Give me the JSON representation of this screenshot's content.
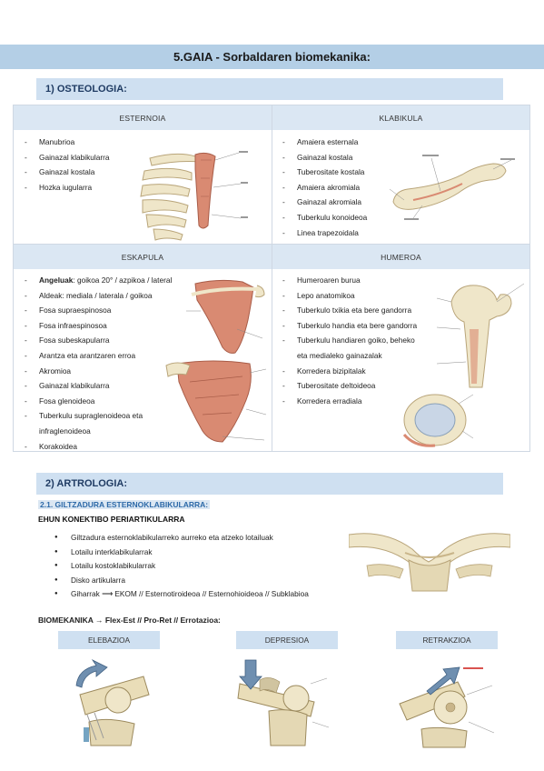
{
  "title": "5.GAIA - Sorbaldaren biomekanika:",
  "osteologia": {
    "heading": "1) OSTEOLOGIA:",
    "esternoia": {
      "header": "ESTERNOIA",
      "items": [
        "Manubrioa",
        "Gainazal klabikularra",
        "Gainazal kostala",
        "Hozka iugularra"
      ]
    },
    "klabikula": {
      "header": "KLABIKULA",
      "items": [
        "Amaiera esternala",
        "Gainazal kostala",
        "Tuberositate kostala",
        "Amaiera akromiala",
        "Gainazal akromiala",
        "Tuberkulu konoideoa",
        "Linea trapezoidala"
      ]
    },
    "eskapula": {
      "header": "ESKAPULA",
      "angeluak_label": "Angeluak",
      "angeluak_text": ": goikoa 20° / azpikoa / lateral",
      "items": [
        "Aldeak: mediala / laterala / goikoa",
        "Fosa supraespinosoa",
        "Fosa infraespinosoa",
        "Fosa subeskapularra",
        "Arantza eta arantzaren erroa",
        "Akromioa",
        "Gainazal klabikularra",
        "Fosa glenoideoa",
        "Tuberkulu supraglenoideoa eta"
      ],
      "item_cont": "infraglenoideoa",
      "last": "Korakoidea"
    },
    "humeroa": {
      "header": "HUMEROA",
      "items": [
        "Humeroaren burua",
        "Lepo anatomikoa",
        "Tuberkulo txikia eta bere gandorra",
        "Tuberkulo handia eta bere gandorra",
        "Tuberkulu handiaren goiko, beheko"
      ],
      "item_cont": "eta medialeko gainazalak",
      "rest": [
        "Korredera bizipitalak",
        "Tuberositate deltoideoa",
        "Korredera erradiala"
      ]
    }
  },
  "artrologia": {
    "heading": "2) ARTROLOGIA:",
    "subheading": "2.1. GILTZADURA ESTERNOKLABIKULARRA:",
    "ehun": "EHUN KONEKTIBO PERIARTIKULARRA",
    "items": [
      "Giltzadura esternoklabikularreko aurreko eta atzeko lotailuak",
      "Lotailu interklabikularrak",
      "Lotailu kostoklabikularrak",
      "Disko artikularra",
      "Giharrak ⟶ EKOM // Esternotiroideoa // Esternohioideoa // Subklabioa"
    ],
    "biomek": "BIOMEKANIKA → Flex-Est // Pro-Ret // Errotazioa:",
    "movements": [
      "ELEBAZIOA",
      "DEPRESIOA",
      "RETRAKZIOA"
    ]
  },
  "colors": {
    "title_bg": "#b4cfe6",
    "section_bg": "#cfe0f1",
    "bone": "#e9ddb8",
    "muscle": "#d98a72"
  }
}
